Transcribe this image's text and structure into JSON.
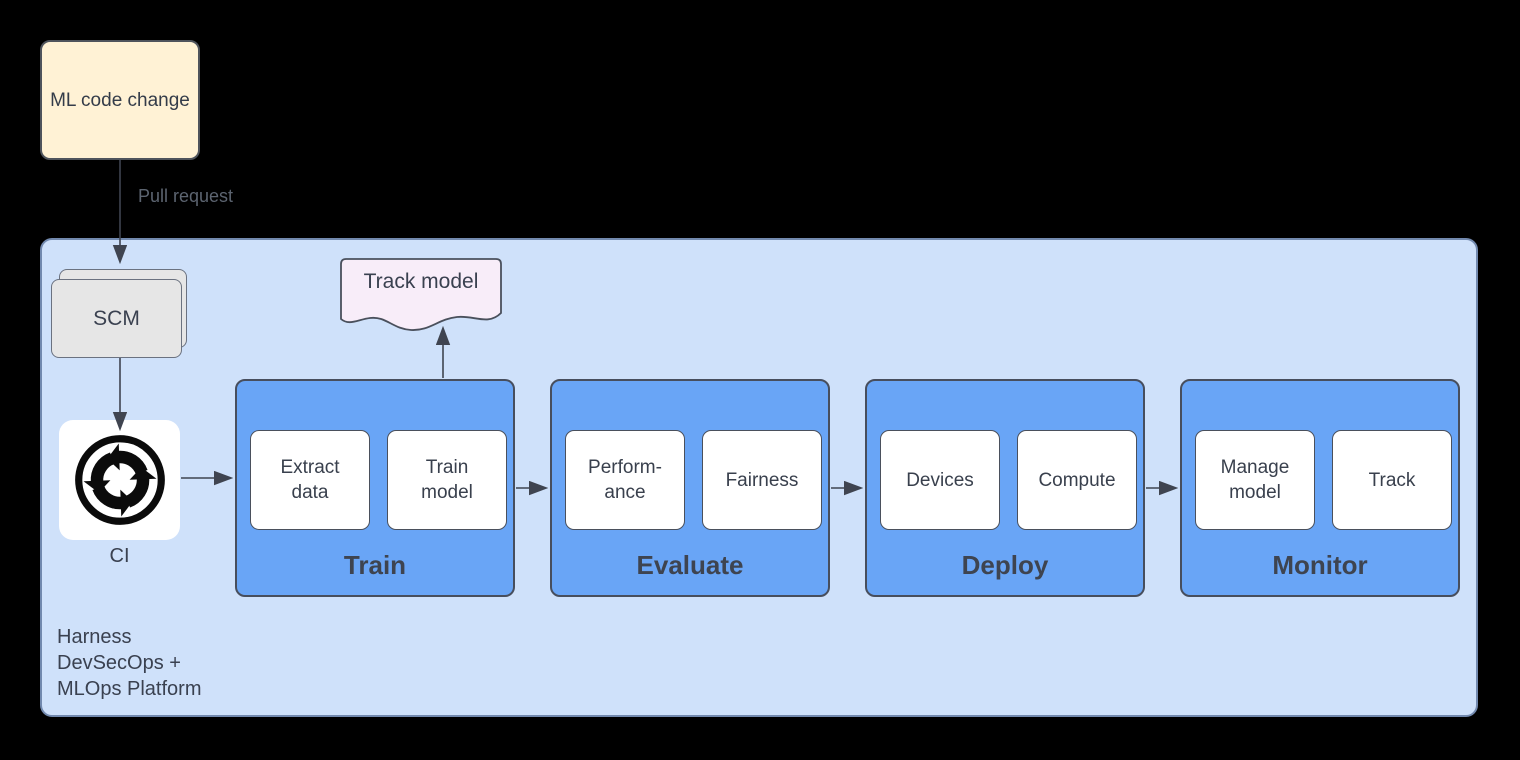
{
  "colors": {
    "canvas_bg": "#000000",
    "platform_fill": "#CFE1FA",
    "platform_border": "#7289AE",
    "stage_fill": "#69A5F6",
    "stage_border": "#474E5D",
    "item_fill": "#FFFFFF",
    "source_fill": "#FFF2D5",
    "scm_fill": "#E6E6E6",
    "doc_fill": "#F8EDF9",
    "arrow": "#3F4450",
    "text_dark": "#3A4150",
    "text_muted": "#5C6470"
  },
  "source_box": {
    "label": "ML code change"
  },
  "edge_labels": {
    "pull_request": "Pull request"
  },
  "platform": {
    "caption": "Harness\nDevSecOps +\nMLOps Platform",
    "scm": {
      "label": "SCM"
    },
    "ci": {
      "label": "CI"
    },
    "track_model_doc": {
      "label": "Track model"
    },
    "stages": [
      {
        "label": "Train",
        "items": [
          "Extract\ndata",
          "Train\nmodel"
        ]
      },
      {
        "label": "Evaluate",
        "items": [
          "Perform-\nance",
          "Fairness"
        ]
      },
      {
        "label": "Deploy",
        "items": [
          "Devices",
          "Compute"
        ]
      },
      {
        "label": "Monitor",
        "items": [
          "Manage\nmodel",
          "Track"
        ]
      }
    ]
  }
}
